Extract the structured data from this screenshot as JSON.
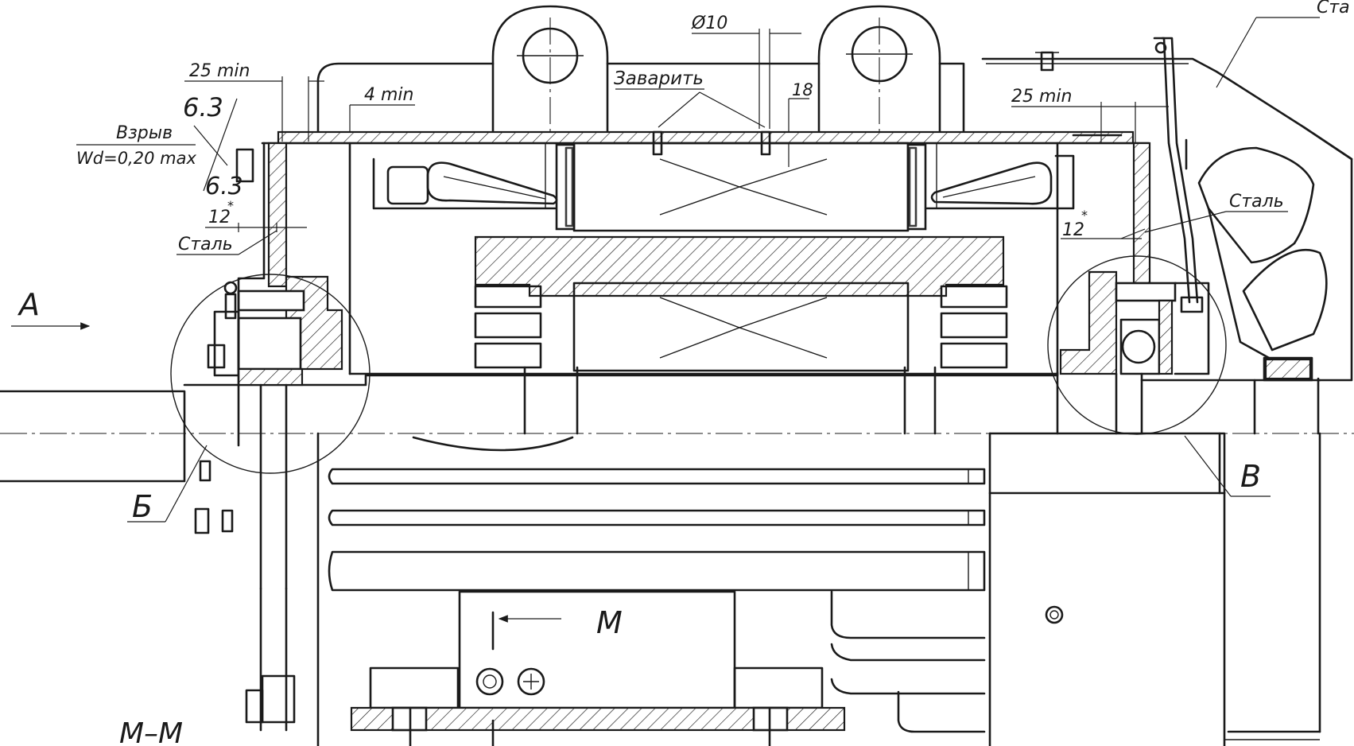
{
  "labels": {
    "dim_25min_left": "25 min",
    "dim_4min": "4 min",
    "dim_phi10": "Ø10",
    "dim_18": "18",
    "weld_note": "Заварить",
    "dim_25min_right": "25 min",
    "material_top_right": "Ста",
    "material_right": "Сталь",
    "material_left": "Сталь",
    "explosion": "Взрыв",
    "gap": "Wd=0,20 max",
    "roughness_top": "6.3",
    "roughness_bottom": "6.3",
    "dim_12_left": "12",
    "dim_12_right": "12",
    "star": "*",
    "view_a": "А",
    "detail_b_cyr": "Б",
    "detail_v": "В",
    "section_m": "М",
    "section_mm": "М–М"
  }
}
